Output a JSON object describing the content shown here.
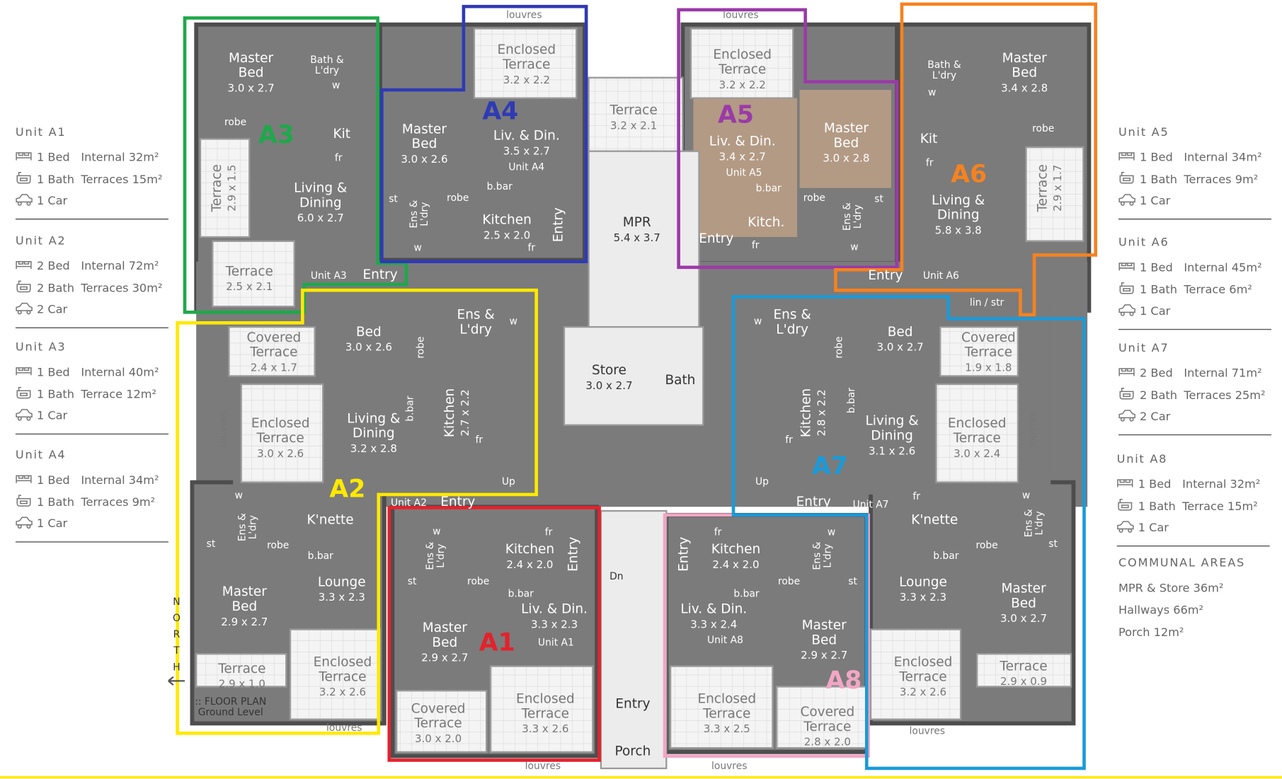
{
  "colors": {
    "a1": "#e5212b",
    "a2": "#ffe900",
    "a3": "#1fa84a",
    "a4": "#2f3ab5",
    "a5": "#9b3aa8",
    "a6": "#f58220",
    "a7": "#1a9ad9",
    "a8": "#f2a6c4",
    "floor": "#7b7b7b",
    "wall": "#4d4d4d",
    "timber": "#b39a84"
  },
  "plan": {
    "a3": {
      "tag": "A3",
      "rooms": [
        [
          "Master",
          "Bed",
          "3.0 x 2.7"
        ],
        [
          "Bath &",
          "L'dry"
        ],
        [
          "robe"
        ],
        [
          "Kit"
        ],
        [
          "fr"
        ],
        [
          "Terrace",
          "2.9 x 1.5"
        ],
        [
          "Living &",
          "Dining",
          "6.0 x 2.7"
        ],
        [
          "Terrace",
          "2.5 x 2.1"
        ],
        [
          "Unit A3"
        ],
        [
          "Entry"
        ],
        [
          "w"
        ]
      ]
    },
    "a4": {
      "tag": "A4",
      "rooms": [
        [
          "louvres"
        ],
        [
          "Enclosed",
          "Terrace",
          "3.2 x 2.2"
        ],
        [
          "Master",
          "Bed",
          "3.0 x 2.6"
        ],
        [
          "Liv. & Din.",
          "3.5 x 2.7"
        ],
        [
          "Unit A4"
        ],
        [
          "b.bar"
        ],
        [
          "robe"
        ],
        [
          "st"
        ],
        [
          "Ens &",
          "L'dry"
        ],
        [
          "Kitchen",
          "2.5 x 2.0"
        ],
        [
          "Entry"
        ],
        [
          "w"
        ],
        [
          "fr"
        ]
      ]
    },
    "common": {
      "rooms": [
        [
          "Terrace",
          "3.2 x 2.1"
        ],
        [
          "MPR",
          "5.4 x 3.7"
        ],
        [
          "Store",
          "3.0 x 2.7"
        ],
        [
          "Bath"
        ],
        [
          "Dn"
        ],
        [
          "Entry"
        ],
        [
          "Porch"
        ]
      ]
    },
    "a5": {
      "tag": "A5",
      "rooms": [
        [
          "louvres"
        ],
        [
          "Enclosed",
          "Terrace",
          "3.2 x 2.2"
        ],
        [
          "Liv. & Din.",
          "3.4 x 2.7"
        ],
        [
          "Unit A5"
        ],
        [
          "Master",
          "Bed",
          "3.0 x 2.8"
        ],
        [
          "b.bar"
        ],
        [
          "robe"
        ],
        [
          "st"
        ],
        [
          "Ens &",
          "L'dry"
        ],
        [
          "Kitch."
        ],
        [
          "Entry"
        ],
        [
          "fr"
        ],
        [
          "w"
        ]
      ]
    },
    "a6": {
      "tag": "A6",
      "rooms": [
        [
          "Bath &",
          "L'dry"
        ],
        [
          "Master",
          "Bed",
          "3.4 x 2.8"
        ],
        [
          "w"
        ],
        [
          "Kit"
        ],
        [
          "fr"
        ],
        [
          "robe"
        ],
        [
          "Living &",
          "Dining",
          "5.8 x 3.8"
        ],
        [
          "Terrace",
          "2.9 x 1.7"
        ],
        [
          "Entry"
        ],
        [
          "Unit A6"
        ],
        [
          "lin / str"
        ]
      ]
    },
    "a2": {
      "tag": "A2",
      "rooms": [
        [
          "Covered",
          "Terrace",
          "2.4 x 1.7"
        ],
        [
          "Bed",
          "3.0 x 2.6"
        ],
        [
          "robe"
        ],
        [
          "Ens &",
          "L'dry"
        ],
        [
          "w"
        ],
        [
          "Enclosed",
          "Terrace",
          "3.0 x 2.6"
        ],
        [
          "louvres"
        ],
        [
          "Living &",
          "Dining",
          "3.2 x 2.8"
        ],
        [
          "b.bar"
        ],
        [
          "Kitchen",
          "2.7 x 2.2"
        ],
        [
          "fr"
        ],
        [
          "Up"
        ],
        [
          "Unit A2"
        ],
        [
          "Entry"
        ],
        [
          "w"
        ],
        [
          "K'nette"
        ],
        [
          "Ens &",
          "L'dry"
        ],
        [
          "st"
        ],
        [
          "robe"
        ],
        [
          "b.bar"
        ],
        [
          "Master",
          "Bed",
          "2.9 x 2.7"
        ],
        [
          "Lounge",
          "3.3 x 2.3"
        ],
        [
          "Terrace",
          "2.9 x 1.0"
        ],
        [
          "Enclosed",
          "Terrace",
          "3.2 x 2.6"
        ],
        [
          "louvres"
        ]
      ]
    },
    "a1": {
      "tag": "A1",
      "rooms": [
        [
          "w"
        ],
        [
          "fr"
        ],
        [
          "Kitchen",
          "2.4 x 2.0"
        ],
        [
          "Entry"
        ],
        [
          "Ens &",
          "L'dry"
        ],
        [
          "st"
        ],
        [
          "robe"
        ],
        [
          "b.bar"
        ],
        [
          "Liv. & Din.",
          "3.3 x 2.3"
        ],
        [
          "Master",
          "Bed",
          "2.9 x 2.7"
        ],
        [
          "Unit A1"
        ],
        [
          "Covered",
          "Terrace",
          "3.0 x 2.0"
        ],
        [
          "Enclosed",
          "Terrace",
          "3.3 x 2.6"
        ],
        [
          "louvres"
        ]
      ]
    },
    "a8": {
      "tag": "A8",
      "rooms": [
        [
          "fr"
        ],
        [
          "Kitchen",
          "2.4 x 2.0"
        ],
        [
          "w"
        ],
        [
          "Entry"
        ],
        [
          "Ens &",
          "L'dry"
        ],
        [
          "robe"
        ],
        [
          "st"
        ],
        [
          "b.bar"
        ],
        [
          "Liv. & Din.",
          "3.3 x 2.4"
        ],
        [
          "Unit A8"
        ],
        [
          "Master",
          "Bed",
          "2.9 x 2.7"
        ],
        [
          "Enclosed",
          "Terrace",
          "3.3 x 2.5"
        ],
        [
          "Covered",
          "Terrace",
          "2.8 x 2.0"
        ],
        [
          "louvres"
        ]
      ]
    },
    "a7": {
      "tag": "A7",
      "rooms": [
        [
          "w"
        ],
        [
          "Ens &",
          "L'dry"
        ],
        [
          "Bed",
          "3.0 x 2.7"
        ],
        [
          "robe"
        ],
        [
          "Covered",
          "Terrace",
          "1.9 x 1.8"
        ],
        [
          "Kitchen",
          "2.8 x 2.2"
        ],
        [
          "b.bar"
        ],
        [
          "Living &",
          "Dining",
          "3.1 x 2.6"
        ],
        [
          "Enclosed",
          "Terrace",
          "3.0 x 2.4"
        ],
        [
          "louvres"
        ],
        [
          "fr"
        ],
        [
          "Up"
        ],
        [
          "Entry"
        ],
        [
          "Unit A7"
        ],
        [
          "fr"
        ],
        [
          "K'nette"
        ],
        [
          "w"
        ],
        [
          "Ens &",
          "L'dry"
        ],
        [
          "robe"
        ],
        [
          "st"
        ],
        [
          "b.bar"
        ],
        [
          "Lounge",
          "3.3 x 2.3"
        ],
        [
          "Master",
          "Bed",
          "3.0 x 2.7"
        ],
        [
          "Enclosed",
          "Terrace",
          "3.2 x 2.6"
        ],
        [
          "Terrace",
          "2.9 x 0.9"
        ],
        [
          "louvres"
        ]
      ]
    },
    "misc": {
      "rooms": [
        [
          ":: FLOOR PLAN",
          "Ground Level"
        ],
        [
          "N"
        ],
        [
          "O"
        ],
        [
          "R"
        ],
        [
          "T"
        ],
        [
          "H"
        ]
      ]
    }
  },
  "legend": {
    "units": [
      {
        "name": "Unit A1",
        "bed": "1 Bed",
        "bath": "1 Bath",
        "car": "1 Car",
        "internal": "Internal 32m²",
        "terrace": "Terraces 15m²"
      },
      {
        "name": "Unit A2",
        "bed": "2 Bed",
        "bath": "2 Bath",
        "car": "2 Car",
        "internal": "Internal 72m²",
        "terrace": "Terraces 30m²"
      },
      {
        "name": "Unit A3",
        "bed": "1 Bed",
        "bath": "1 Bath",
        "car": "1 Car",
        "internal": "Internal 40m²",
        "terrace": "Terrace 12m²"
      },
      {
        "name": "Unit A4",
        "bed": "1 Bed",
        "bath": "1 Bath",
        "car": "1 Car",
        "internal": "Internal 34m²",
        "terrace": "Terraces 9m²"
      },
      {
        "name": "Unit A5",
        "bed": "1 Bed",
        "bath": "1 Bath",
        "car": "1 Car",
        "internal": "Internal 34m²",
        "terrace": "Terraces 9m²"
      },
      {
        "name": "Unit A6",
        "bed": "1 Bed",
        "bath": "1 Bath",
        "car": "1 Car",
        "internal": "Internal 45m²",
        "terrace": "Terrace 6m²"
      },
      {
        "name": "Unit A7",
        "bed": "2 Bed",
        "bath": "2 Bath",
        "car": "2 Car",
        "internal": "Internal 71m²",
        "terrace": "Terraces 25m²"
      },
      {
        "name": "Unit A8",
        "bed": "1 Bed",
        "bath": "1 Bath",
        "car": "1 Car",
        "internal": "Internal 32m²",
        "terrace": "Terrace 15m²"
      }
    ],
    "communal": {
      "title": "COMMUNAL AREAS",
      "items": [
        "MPR & Store 36m²",
        "Hallways 66m²",
        "Porch 12m²"
      ]
    }
  }
}
